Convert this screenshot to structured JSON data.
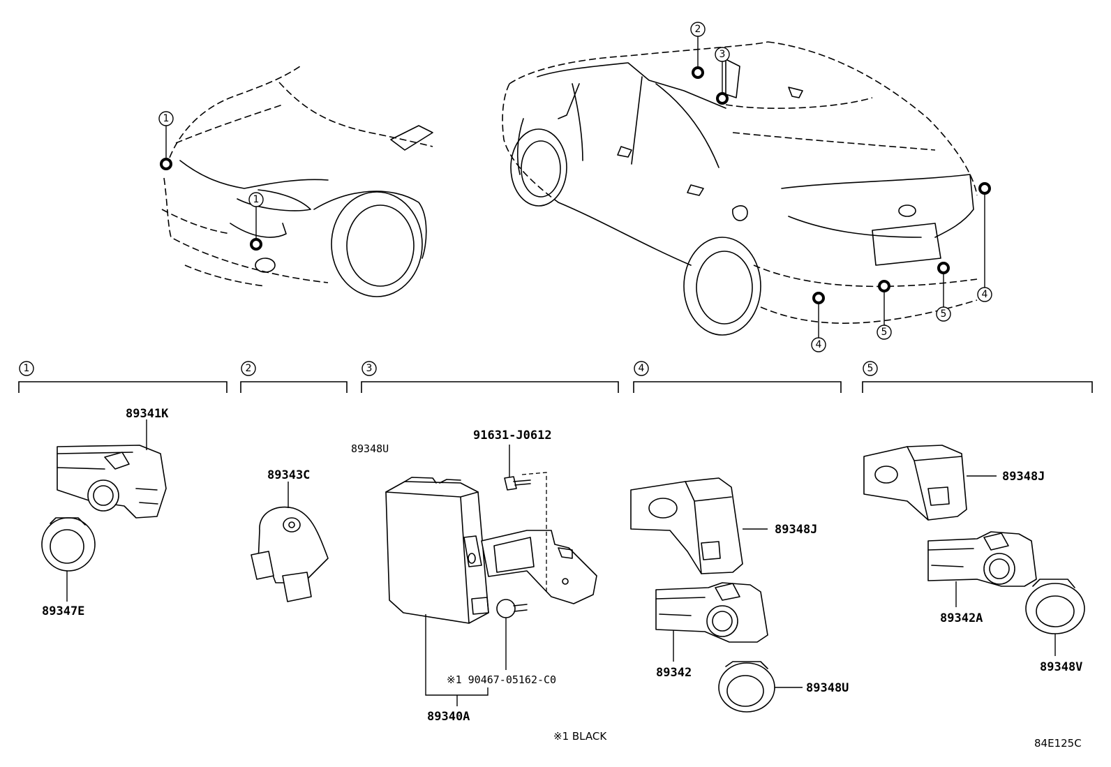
{
  "callouts": {
    "c1": "1",
    "c2": "2",
    "c3": "3",
    "c4": "4",
    "c5": "5"
  },
  "parts": {
    "p89341K": "89341K",
    "p89347E": "89347E",
    "p89343C": "89343C",
    "p89348U_top": "89348U",
    "p91631": "91631-J0612",
    "p90467": "※1 90467-05162-C0",
    "p89340A": "89340A",
    "p89348J_4": "89348J",
    "p89342": "89342",
    "p89348U_4": "89348U",
    "p89348J_5": "89348J",
    "p89342A": "89342A",
    "p89348V": "89348V"
  },
  "notes": {
    "black": "※1 BLACK",
    "diagram_id": "84E125C"
  }
}
